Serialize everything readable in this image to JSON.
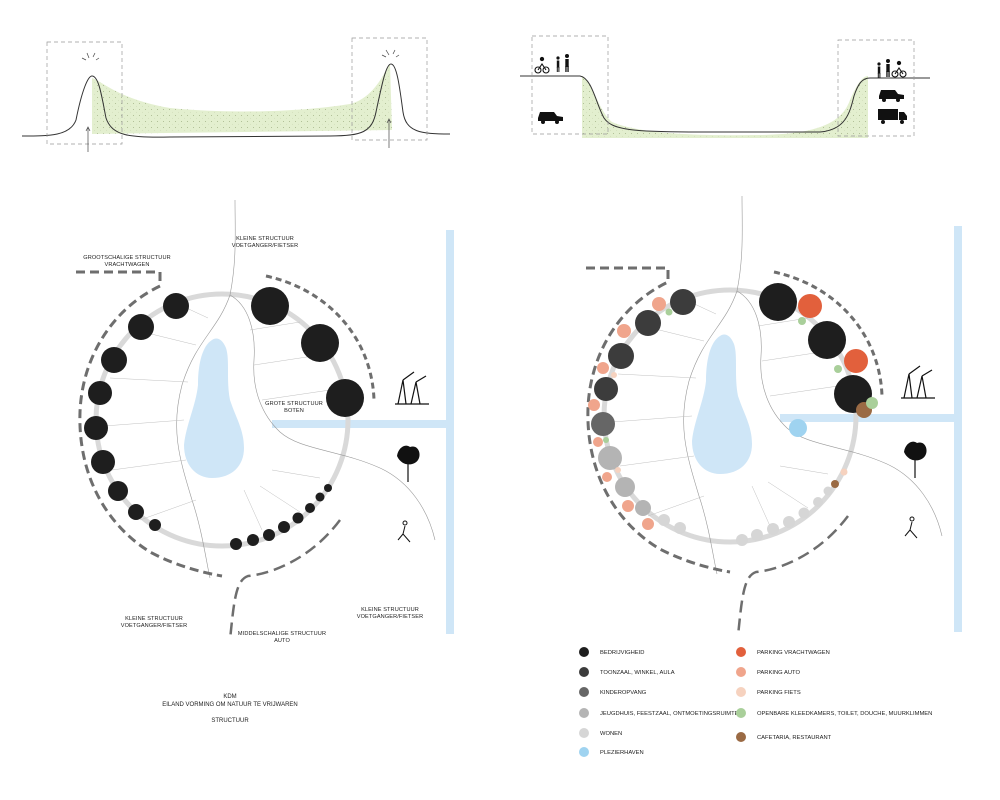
{
  "left_panel": {
    "labels": {
      "grootschalig_1": "GROOTSCHALIGE STRUCTUUR",
      "grootschalig_2": "VRACHTWAGEN",
      "kleine_top_1": "KLEINE STRUCTUUR",
      "kleine_top_2": "VOETGANGER/FIETSER",
      "grote_1": "GROTE STRUCTUUR",
      "grote_2": "BOTEN",
      "kleine_bl_1": "KLEINE STRUCTUUR",
      "kleine_bl_2": "VOETGANGER/FIETSER",
      "middel_1": "MIDDELSCHALIGE STRUCTUUR",
      "middel_2": "AUTO",
      "kleine_br_1": "KLEINE STRUCTUUR",
      "kleine_br_2": "VOETGANGER/FIETSER"
    },
    "caption": {
      "line1": "KDM",
      "line2": "EILAND VORMING OM NATUUR TE VRIJWAREN",
      "line3": "STRUCTUUR"
    }
  },
  "legend": {
    "left": [
      {
        "label": "BEDRIJVIGHEID",
        "color": "#1e1e1e"
      },
      {
        "label": "TOONZAAL, WINKEL, AULA",
        "color": "#3c3c3c"
      },
      {
        "label": "KINDEROPVANG",
        "color": "#666666"
      },
      {
        "label": "JEUGDHUIS, FEESTZAAL, ONTMOETINGSRUIMTE",
        "color": "#b4b4b4"
      },
      {
        "label": "WONEN",
        "color": "#d6d6d6"
      },
      {
        "label": "PLEZIERHAVEN",
        "color": "#9fd3f0"
      }
    ],
    "right": [
      {
        "label": "PARKING VRACHTWAGEN",
        "color": "#e2603c"
      },
      {
        "label": "PARKING AUTO",
        "color": "#f0a58c"
      },
      {
        "label": "PARKING FIETS",
        "color": "#f6d2bf"
      },
      {
        "label": "OPENBARE KLEEDKAMERS, TOILET, DOUCHE, MUURKLIMMEN",
        "color": "#a9cf9a"
      },
      {
        "label": "CAFETARIA, RESTAURANT",
        "color": "#9a6a44"
      }
    ]
  },
  "colors": {
    "water": "#cfe6f7",
    "hill_fill": "#e3efcf",
    "ring": "#d9d9d9",
    "dashed": "#6e6e6e",
    "bedrijvigheid": "#1e1e1e",
    "plezierhaven": "#9fd3f0"
  },
  "icons": [
    "cyclist-icon",
    "pedestrian-icon",
    "car-icon",
    "truck-icon",
    "crane-icon",
    "tree-icon",
    "figure-icon",
    "sun-icon"
  ]
}
